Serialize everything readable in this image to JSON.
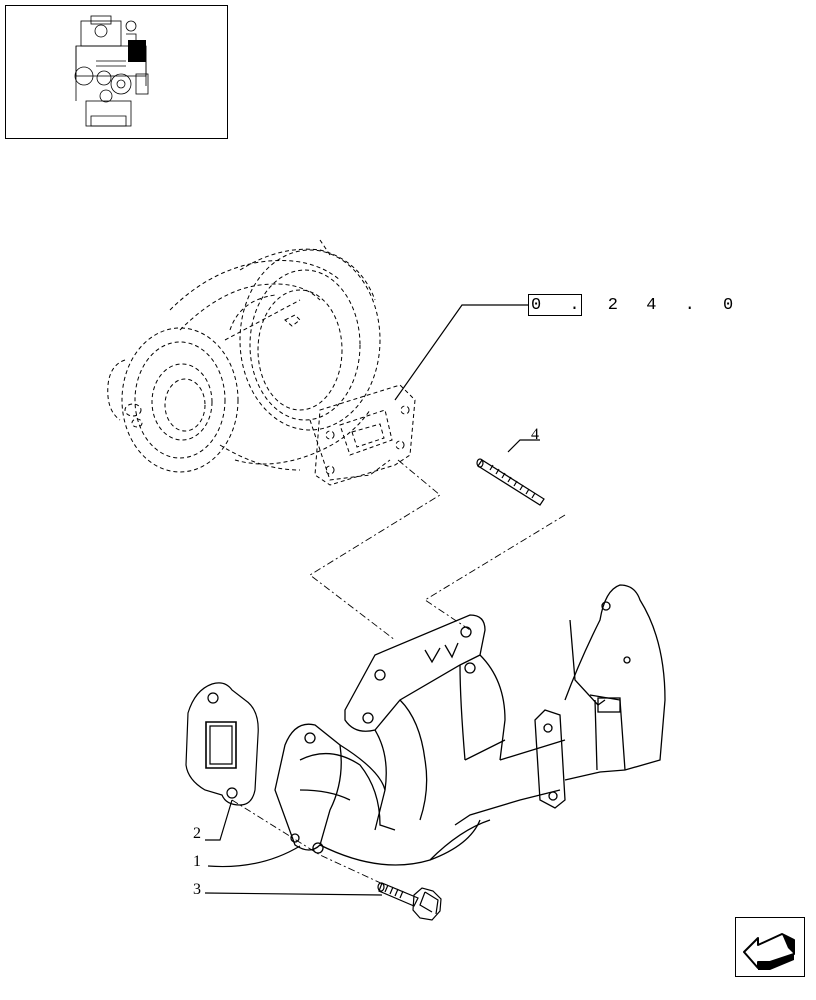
{
  "callouts": {
    "item1": "1",
    "item2": "2",
    "item3": "3",
    "item4": "4"
  },
  "reference": {
    "code": "0.24.0",
    "display": "0 . 2 4 . 0"
  },
  "icons": {
    "thumbnail": "engine-location-thumbnail",
    "navigation": "previous-page-arrow-icon"
  },
  "colors": {
    "line": "#000000",
    "background": "#ffffff"
  }
}
